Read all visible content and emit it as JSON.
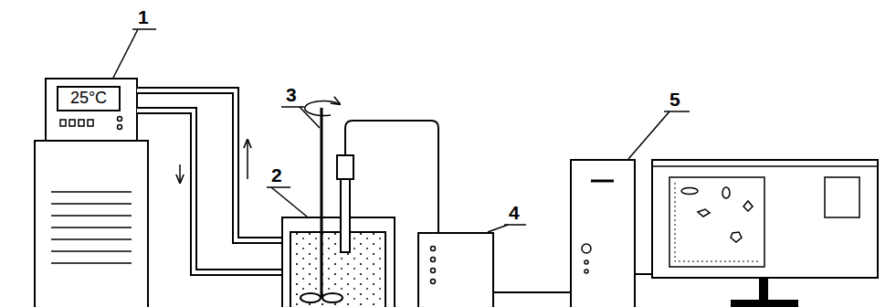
{
  "diagram": {
    "nodes": [
      {
        "text": [
          "25°C"
        ]
      }
    ],
    "labels": [
      "1",
      "2",
      "3",
      "4",
      "5"
    ]
  }
}
